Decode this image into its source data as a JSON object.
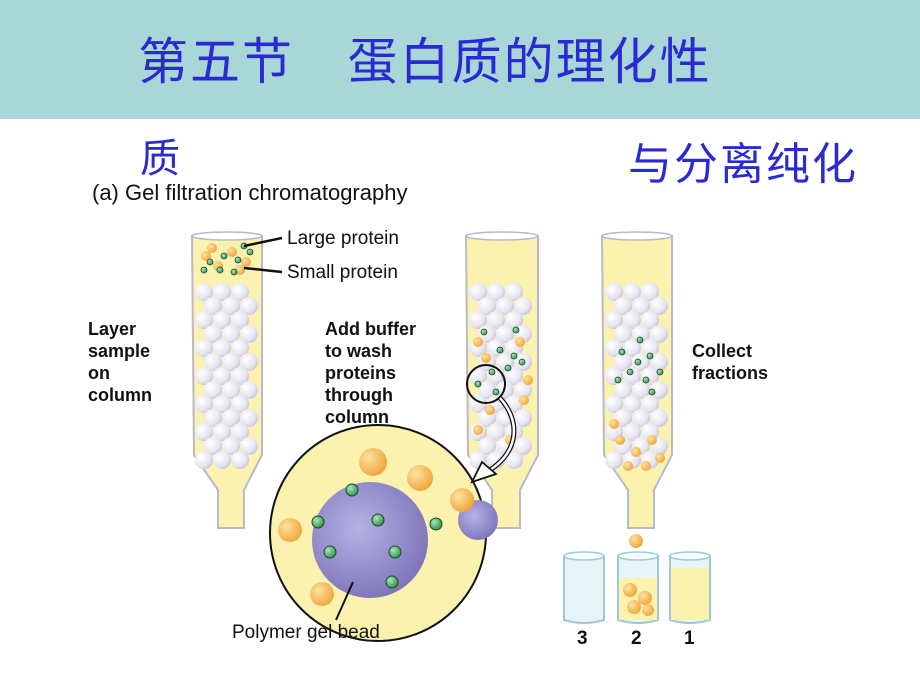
{
  "slide": {
    "title": "第五节   蛋白质的理化性",
    "sub_left": "质",
    "sub_right": "与分离纯化"
  },
  "figure": {
    "caption": "(a) Gel filtration chromatography",
    "large_protein_label": "Large protein",
    "small_protein_label": "Small protein",
    "step1": "Layer\nsample\non\ncolumn",
    "step2": "Add buffer\nto wash\nproteins\nthrough\ncolumn",
    "step3": "Collect\nfractions",
    "bead_label": "Polymer gel bead",
    "tubes": [
      "3",
      "2",
      "1"
    ]
  },
  "colors": {
    "title_bar": "#a9d6d6",
    "title_text": "#2a2ad4",
    "column_fill": "#fbf2b0",
    "bead": "#e8e6f2",
    "large_protein": "#f3b24a",
    "small_protein": "#3aa55a"
  }
}
